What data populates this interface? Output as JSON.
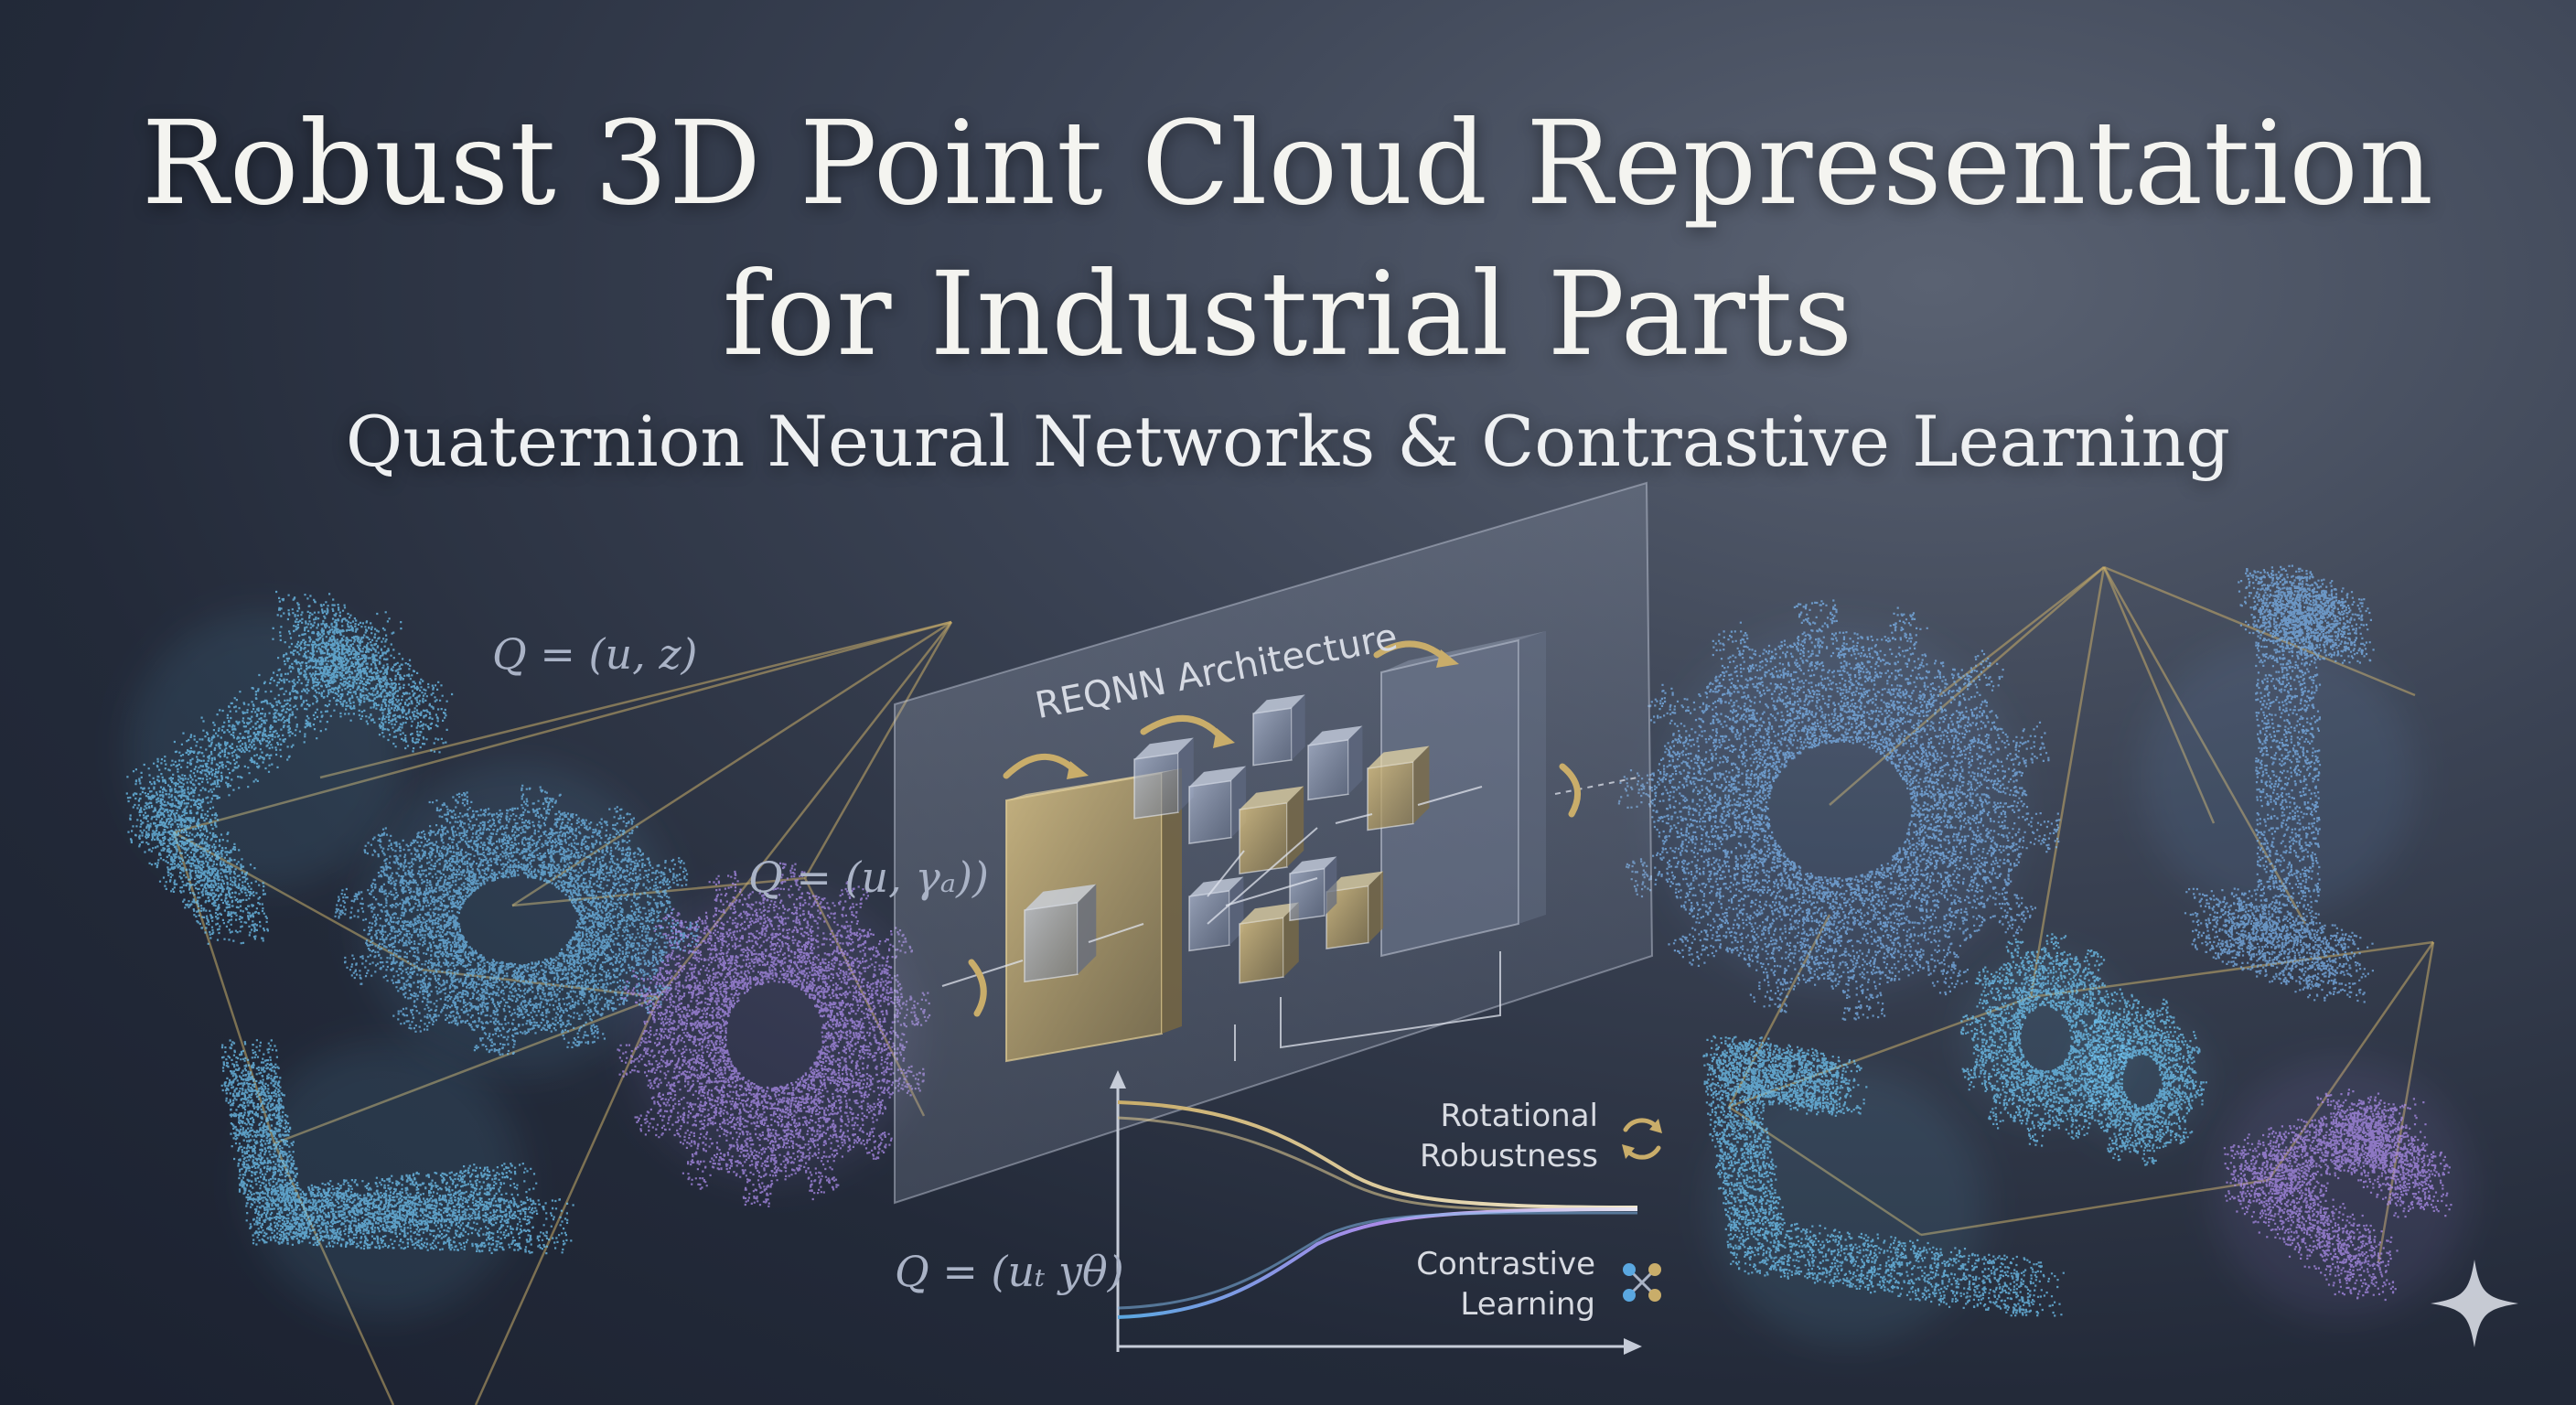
{
  "title": {
    "line1": "Robust 3D Point Cloud Representation",
    "line2": "for Industrial Parts",
    "subtitle": "Quaternion Neural Networks & Contrastive Learning"
  },
  "formulas": [
    "Q = (u, z)",
    "Q = (u, γₐ))",
    "Q = (uₜ yθ)"
  ],
  "architecture": {
    "label": "REQNN Architecture"
  },
  "chart": {
    "rotational_label_line1": "Rotational",
    "rotational_label_line2": "Robustness",
    "contrastive_label_line1": "Contrastive",
    "contrastive_label_line2": "Learning"
  },
  "colors": {
    "background_dark": "#1b2130",
    "background_light": "#5a6272",
    "gold": "#c9ad6a",
    "cyan_points": "#6fc3f0",
    "violet_points": "#a98be8",
    "panel_glass": "#8a94a8",
    "text": "#f4f4f0"
  },
  "icons": [
    "rotate-icon",
    "network-nodes-icon",
    "sparkle-icon"
  ]
}
